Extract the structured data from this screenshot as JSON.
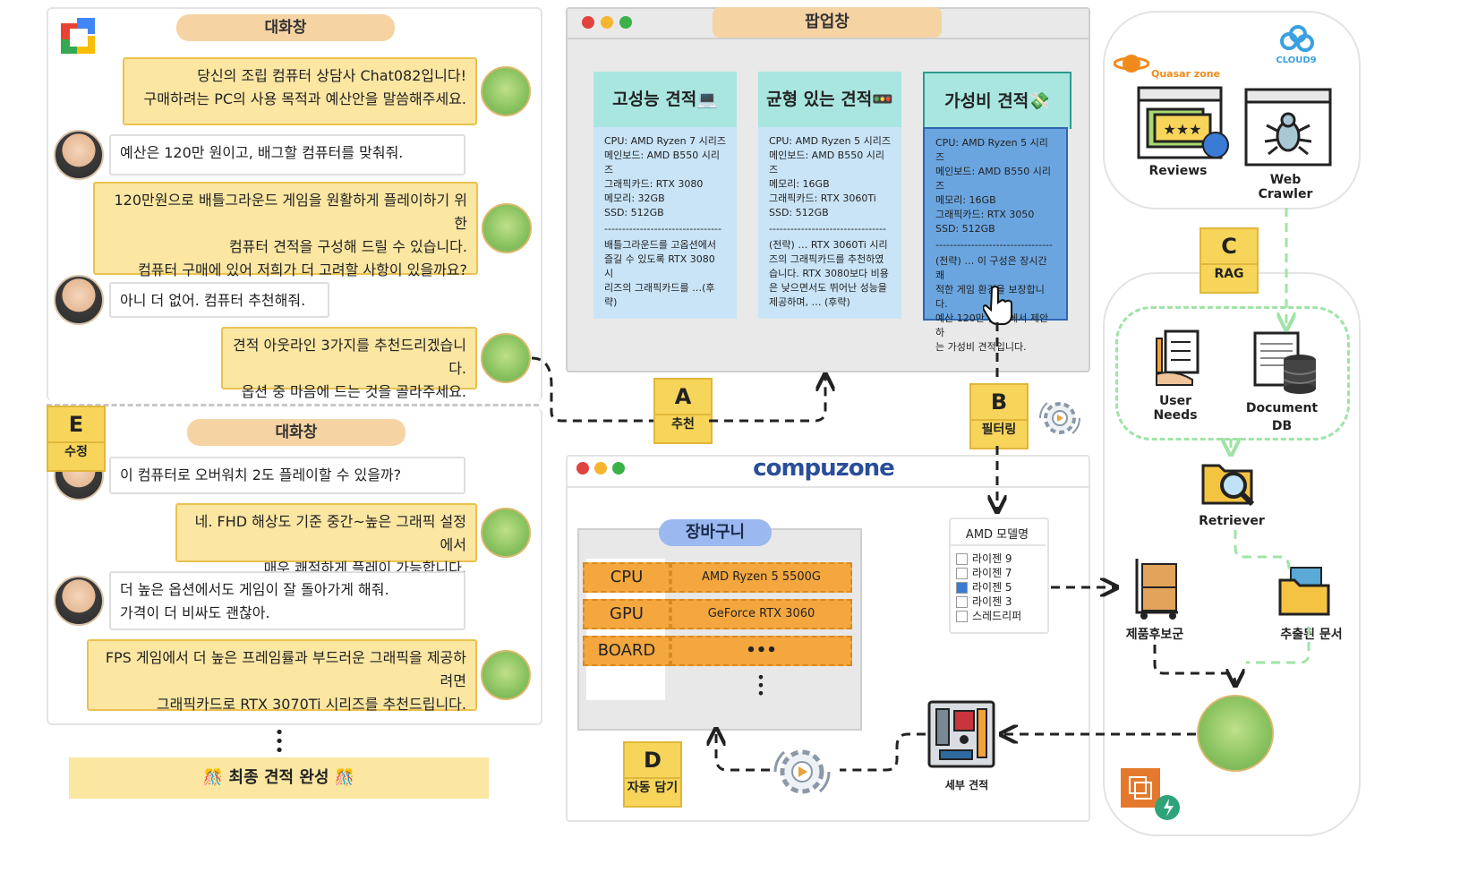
{
  "left": {
    "chat_title_1": "대화창",
    "messages_1": [
      {
        "role": "bot",
        "lines": [
          "당신의 조립 컴퓨터 상담사 Chat082입니다!",
          "구매하려는 PC의 사용 목적과 예산안을 말씀해주세요."
        ]
      },
      {
        "role": "user",
        "lines": [
          "예산은 120만 원이고, 배그할 컴퓨터를 맞춰줘."
        ]
      },
      {
        "role": "bot",
        "lines": [
          "120만원으로 배틀그라운드 게임을 원활하게 플레이하기 위한",
          "컴퓨터 견적을 구성해 드릴 수 있습니다.",
          "컴퓨터 구매에 있어 저희가 더 고려할 사항이 있을까요?"
        ]
      },
      {
        "role": "user",
        "lines": [
          "아니 더 없어. 컴퓨터 추천해줘."
        ]
      },
      {
        "role": "bot",
        "lines": [
          "견적 아웃라인 3가지를 추천드리겠습니다.",
          "옵션 중 마음에 드는 것을 골라주세요."
        ]
      }
    ],
    "chat_title_2": "대화창",
    "messages_2": [
      {
        "role": "user",
        "lines": [
          "이 컴퓨터로 오버워치 2도 플레이할 수 있을까?"
        ]
      },
      {
        "role": "bot",
        "lines": [
          "네. FHD 해상도 기준 중간~높은 그래픽 설정에서",
          "매우 쾌적하게 플레이 가능합니다."
        ]
      },
      {
        "role": "user",
        "lines": [
          "더 높은 옵션에서도 게임이 잘 돌아가게 해줘.",
          "가격이 더 비싸도 괜찮아."
        ]
      },
      {
        "role": "bot",
        "lines": [
          "FPS 게임에서 더 높은 프레임률과 부드러운 그래픽을 제공하려면",
          "그래픽카드로 RTX 3070Ti 시리즈를 추천드립니다."
        ]
      }
    ],
    "final": "🎊 최종 견적 완성 🎊"
  },
  "popup": {
    "title": "팝업창",
    "cards": [
      {
        "title": "고성능 견적💻",
        "specs": [
          "CPU: AMD Ryzen 7 시리즈",
          "메인보드: AMD B550 시리즈",
          "그래픽카드: RTX 3080",
          "메모리: 32GB",
          "SSD: 512GB"
        ],
        "sep": "---------------------------------",
        "desc": [
          "배틀그라운드를 고옵션에서",
          "즐길 수 있도록 RTX 3080 시",
          "리즈의 그래픽카드를 …(후략)"
        ]
      },
      {
        "title": "균형 있는 견적🚥",
        "specs": [
          "CPU: AMD Ryzen 5 시리즈",
          "메인보드: AMD B550 시리즈",
          "메모리: 16GB",
          "그래픽카드: RTX 3060Ti",
          "SSD: 512GB"
        ],
        "sep": "---------------------------------",
        "desc": [
          "(전략) … RTX 3060Ti 시리",
          "즈의 그래픽카드를 추천하였",
          "습니다. RTX 3080보다 비용",
          "은 낮으면서도 뛰어난 성능을",
          "제공하며, … (후략)"
        ]
      },
      {
        "title": "가성비 견적💸",
        "specs": [
          "CPU: AMD Ryzen 5 시리즈",
          "메인보드: AMD B550 시리즈",
          "메모리: 16GB",
          "그래픽카드: RTX 3050",
          "SSD: 512GB"
        ],
        "sep": "---------------------------------",
        "desc": [
          "(전략) … 이 구성은 장시간 쾌",
          "적한 게임 환경을 보장합니다.",
          "예산 120만 원 내에서 제안하",
          "는 가성비 견적입니다."
        ]
      }
    ]
  },
  "tags": {
    "A": {
      "letter": "A",
      "label": "추천"
    },
    "B": {
      "letter": "B",
      "label": "필터링"
    },
    "C": {
      "letter": "C",
      "label": "RAG"
    },
    "D": {
      "letter": "D",
      "label": "자동 담기"
    },
    "E": {
      "letter": "E",
      "label": "수정"
    }
  },
  "compuzone": {
    "logo": "compuzone",
    "cart_title": "장바구니",
    "rows": [
      {
        "part": "CPU",
        "value": "AMD Ryzen 5 5500G"
      },
      {
        "part": "GPU",
        "value": "GeForce RTX 3060"
      },
      {
        "part": "BOARD",
        "value": "•••"
      }
    ],
    "filter_title": "AMD 모델명",
    "filter_options": [
      {
        "label": "라이젠 9",
        "checked": false
      },
      {
        "label": "라이젠 7",
        "checked": false
      },
      {
        "label": "라이젠 5",
        "checked": true
      },
      {
        "label": "라이젠 3",
        "checked": false
      },
      {
        "label": "스레드리퍼",
        "checked": false
      }
    ],
    "detail_label": "세부 견적"
  },
  "right": {
    "quasar": "Quasar zone",
    "cloud9": "CLOUD9",
    "reviews": "Reviews",
    "crawler": "Web Crawler",
    "user_needs": "User Needs",
    "document_db": "Document\nDB",
    "retriever": "Retriever",
    "candidates": "제품후보군",
    "extracted": "추출된 문서"
  },
  "colors": {
    "teal": "#a9e6e0",
    "lightblue": "#c9e4f7",
    "blue": "#6aa5e0",
    "yellow": "#fbe6a2",
    "orange": "#f4a73e",
    "green_dash": "#9fe3a6"
  }
}
